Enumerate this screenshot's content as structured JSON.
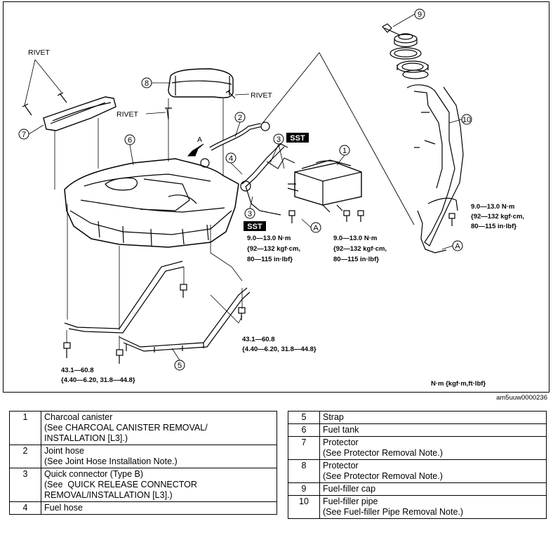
{
  "diagram": {
    "rivet_label": "RIVET",
    "sst_label": "SST",
    "arrow_view_label": "A",
    "ref_a": "A",
    "callouts": [
      "1",
      "2",
      "3",
      "4",
      "5",
      "6",
      "7",
      "8",
      "9",
      "10"
    ],
    "torque_small_1": [
      "9.0—13.0 N·m",
      "{92—132 kgf·cm,",
      "80—115 in·lbf}"
    ],
    "torque_small_2": [
      "9.0—13.0 N·m",
      "{92—132 kgf·cm,",
      "80—115 in·lbf}"
    ],
    "torque_small_3": [
      "9.0—13.0 N·m",
      "{92—132 kgf·cm,",
      "80—115 in·lbf}"
    ],
    "torque_large_left": [
      "43.1—60.8",
      "{4.40—6.20, 31.8—44.8}"
    ],
    "torque_large_right": [
      "43.1—60.8",
      "{4.40—6.20, 31.8—44.8}"
    ],
    "units_note": "N·m {kgf·m,ft·lbf}",
    "figure_code": "am5uuw0000236"
  },
  "legend_left": [
    {
      "no": "1",
      "lines": [
        "Charcoal canister",
        "(See CHARCOAL CANISTER REMOVAL/",
        "INSTALLATION [L3].)"
      ]
    },
    {
      "no": "2",
      "lines": [
        "Joint hose",
        "(See Joint Hose Installation Note.)"
      ]
    },
    {
      "no": "3",
      "lines": [
        "Quick connector (Type B)",
        "(See  QUICK RELEASE CONNECTOR",
        "REMOVAL/INSTALLATION [L3].)"
      ]
    },
    {
      "no": "4",
      "lines": [
        "Fuel hose"
      ]
    }
  ],
  "legend_right": [
    {
      "no": "5",
      "lines": [
        "Strap"
      ]
    },
    {
      "no": "6",
      "lines": [
        "Fuel tank"
      ]
    },
    {
      "no": "7",
      "lines": [
        "Protector",
        "(See Protector Removal Note.)"
      ]
    },
    {
      "no": "8",
      "lines": [
        "Protector",
        "(See Protector Removal Note.)"
      ]
    },
    {
      "no": "9",
      "lines": [
        "Fuel-filler cap"
      ]
    },
    {
      "no": "10",
      "lines": [
        "Fuel-filler pipe",
        "(See Fuel-filler Pipe Removal Note.)"
      ]
    }
  ]
}
